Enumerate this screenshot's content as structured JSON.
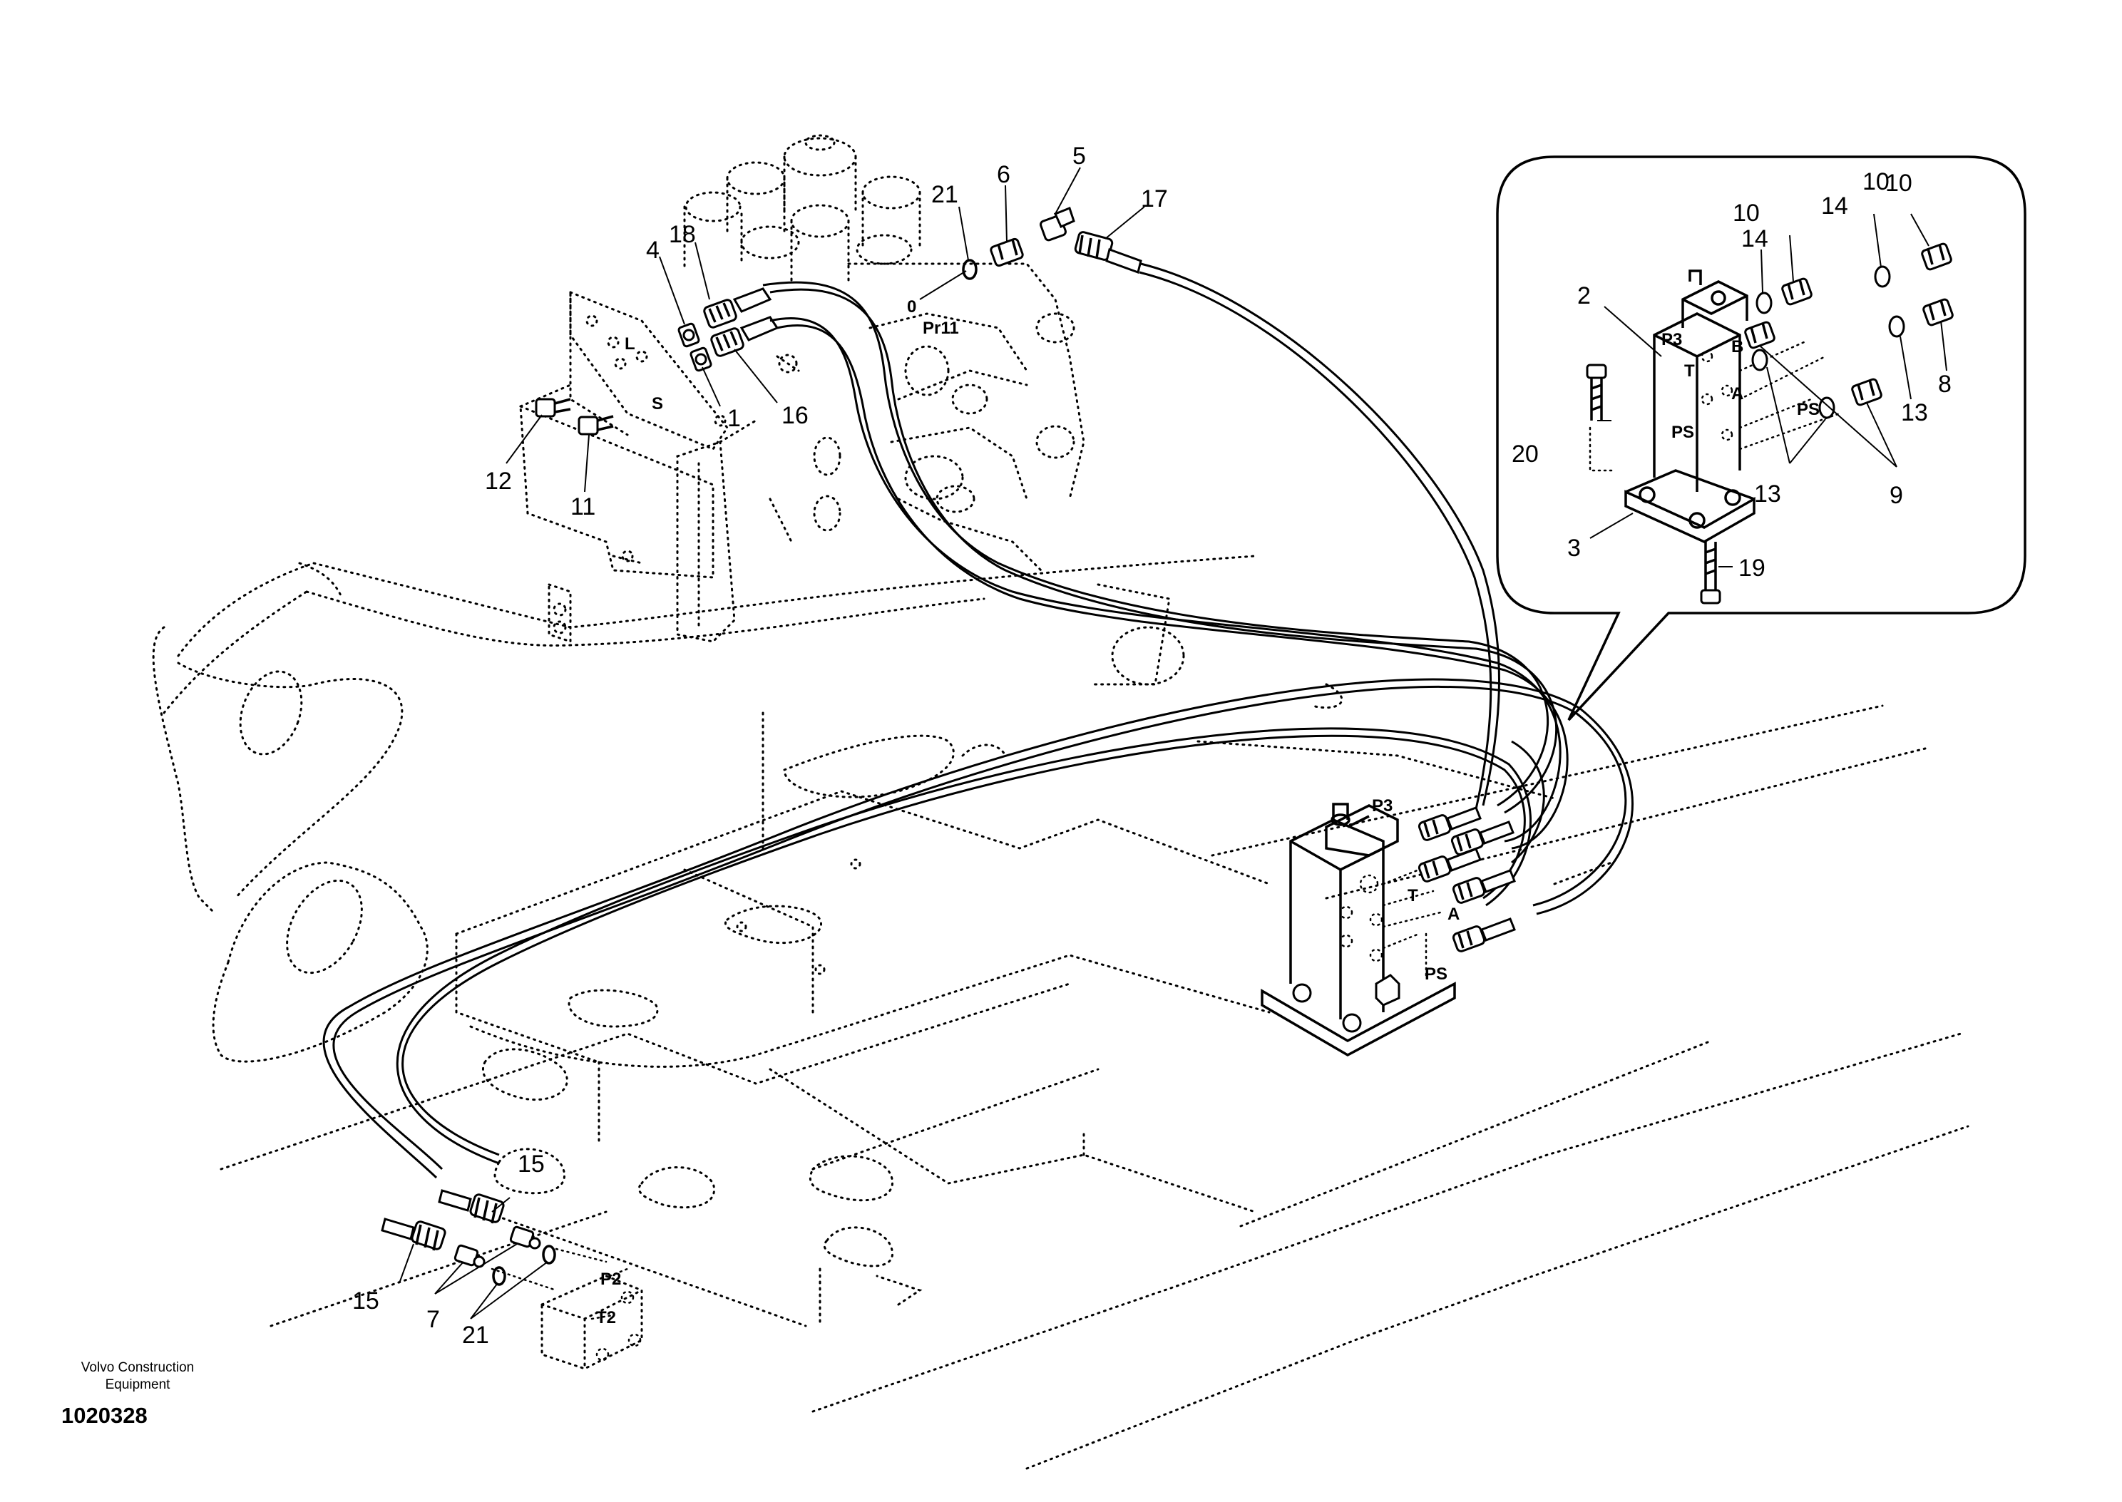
{
  "diagram": {
    "callouts": {
      "c1": "1",
      "c2": "2",
      "c3": "3",
      "c4": "4",
      "c5": "5",
      "c6": "6",
      "c7": "7",
      "c8": "8",
      "c9": "9",
      "c10a": "10",
      "c10b": "10",
      "c10c": "10",
      "c11": "11",
      "c12": "12",
      "c13a": "13",
      "c13b": "13",
      "c14a": "14",
      "c14b": "14",
      "c15a": "15",
      "c15b": "15",
      "c16": "16",
      "c17": "17",
      "c18": "18",
      "c19": "19",
      "c20": "20",
      "c21a": "21",
      "c21b": "21"
    },
    "port_labels": {
      "L": "L",
      "S": "S",
      "O": "0",
      "Pr11": "Pr11",
      "P3_main": "P3",
      "T_main": "T",
      "A_main": "A",
      "PS_main": "PS",
      "P3_detail": "P3",
      "B_detail": "B",
      "T_detail": "T",
      "A_detail": "A",
      "PS_detail": "PS",
      "PS_detail2": "PS",
      "P2": "P2",
      "T2": "T2"
    }
  },
  "credit": {
    "line1": "Volvo Construction",
    "line2": "Equipment",
    "drawing_number": "1020328"
  }
}
